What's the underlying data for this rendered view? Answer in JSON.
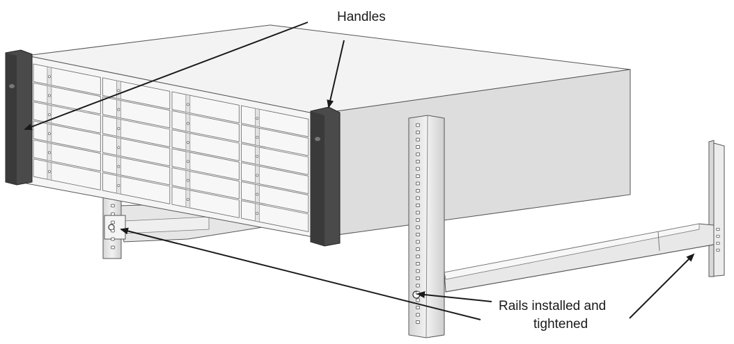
{
  "labels": {
    "handles": "Handles",
    "rails_line1": "Rails installed and",
    "rails_line2": "tightened"
  },
  "colors": {
    "line": "#3a3a3a",
    "handle": "#4d4d4d",
    "top_face": "#f1f1f1",
    "side_face": "#dedede",
    "front_face": "#f6f6f6",
    "rail": "#e6e6e6"
  }
}
